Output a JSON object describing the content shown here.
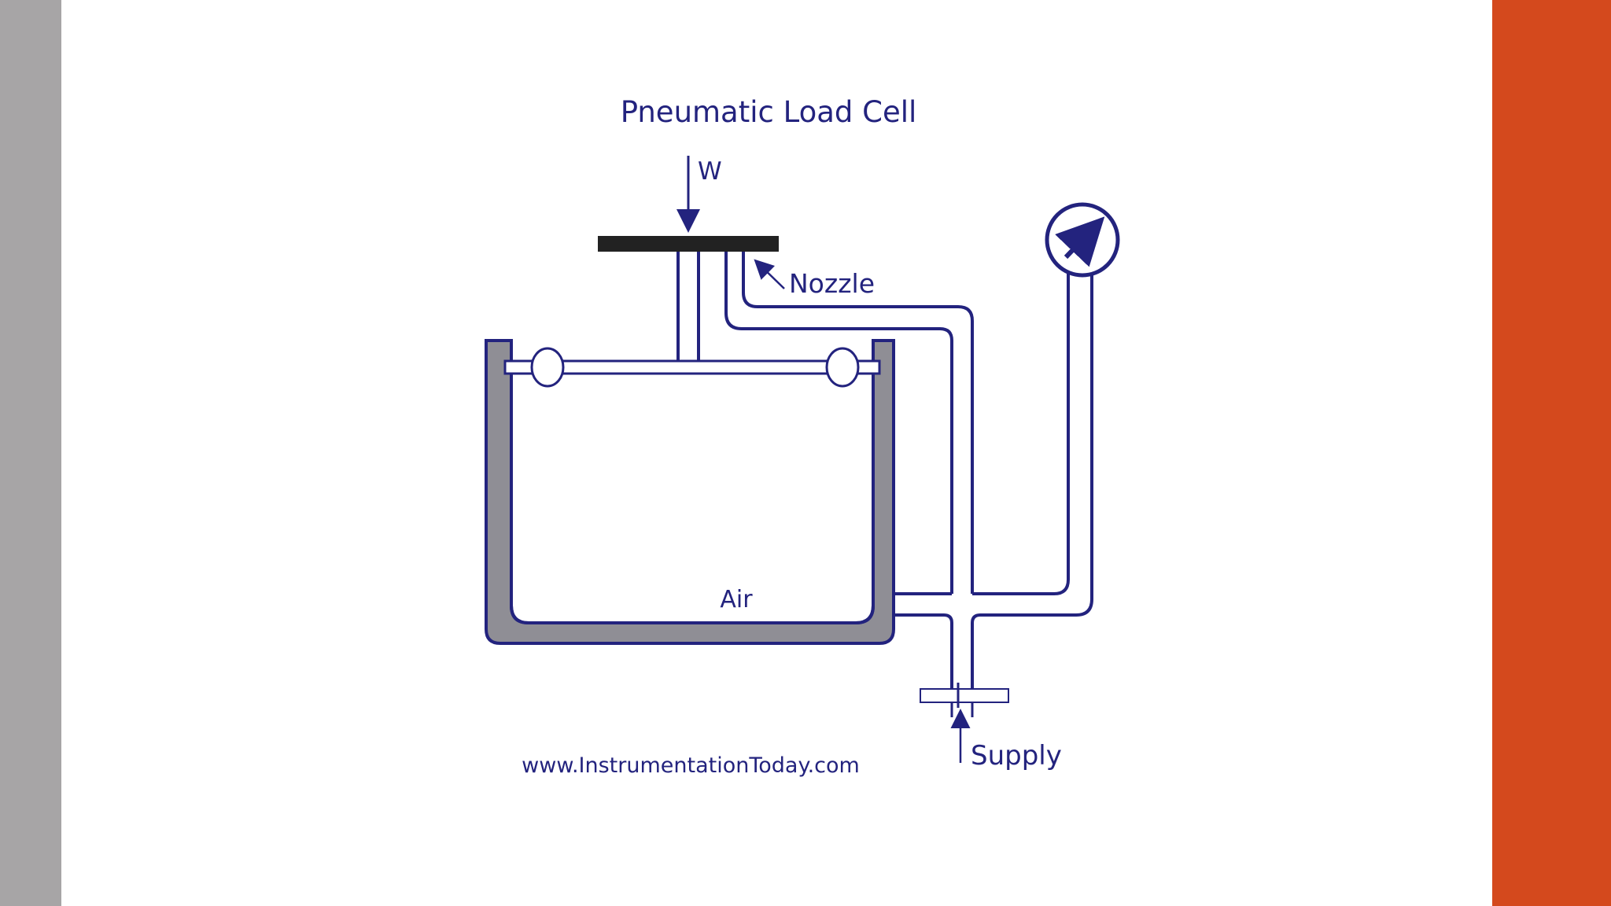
{
  "colors": {
    "left_bar": "#a7a5a6",
    "right_bar": "#d4491d",
    "line": "#23237e",
    "wall_fill": "#8f8e95",
    "platform": "#222222"
  },
  "diagram": {
    "title": "Pneumatic Load Cell",
    "labels": {
      "weight": "W",
      "nozzle": "Nozzle",
      "air": "Air",
      "supply": "Supply",
      "watermark": "www.InstrumentationToday.com"
    },
    "icons": [
      "pressure-gauge-icon"
    ]
  }
}
